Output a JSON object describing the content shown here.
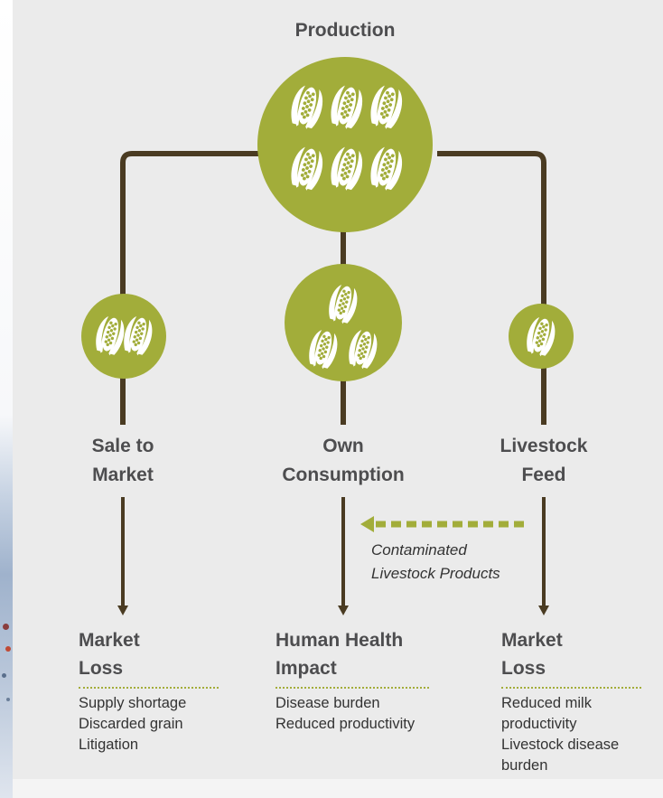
{
  "colors": {
    "green": "#a2ad3a",
    "brown": "#4a3b22",
    "text": "#4d4d4f",
    "background": "#ebebeb"
  },
  "icons": [
    "corn-icon"
  ],
  "diagram": {
    "top_node": {
      "label": "Production",
      "corn_count": 6
    },
    "branches": [
      {
        "id": "sale",
        "label_lines": [
          "Sale to",
          "Market"
        ],
        "corn_count": 2
      },
      {
        "id": "own",
        "label_lines": [
          "Own",
          "Consumption"
        ],
        "corn_count": 3
      },
      {
        "id": "feed",
        "label_lines": [
          "Livestock",
          "Feed"
        ],
        "corn_count": 1
      }
    ],
    "cross_link": {
      "label_lines": [
        "Contaminated",
        "Livestock Products"
      ]
    },
    "outcomes": [
      {
        "title_lines": [
          "Market",
          "Loss"
        ],
        "items": [
          "Supply shortage",
          "Discarded grain",
          "Litigation"
        ]
      },
      {
        "title_lines": [
          "Human Health",
          "Impact"
        ],
        "items": [
          "Disease burden",
          "Reduced productivity"
        ]
      },
      {
        "title_lines": [
          "Market",
          "Loss"
        ],
        "items": [
          "Reduced milk",
          "productivity",
          "Livestock disease",
          "burden"
        ]
      }
    ]
  }
}
